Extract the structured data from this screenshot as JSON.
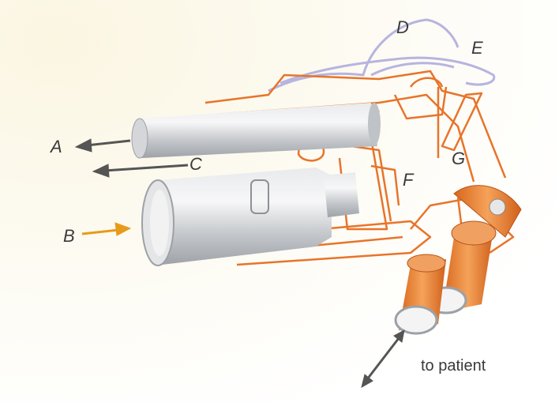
{
  "labels": {
    "a": "A",
    "b": "B",
    "c": "C",
    "d": "D",
    "e": "E",
    "f": "F",
    "g": "G"
  },
  "patient_label": "to patient",
  "colors": {
    "orange": "#e8742a",
    "gray": "#b9bcc0",
    "arrow_gray": "#555555",
    "arrow_orange": "#e89a1a",
    "lavender": "#b7b4e0"
  }
}
